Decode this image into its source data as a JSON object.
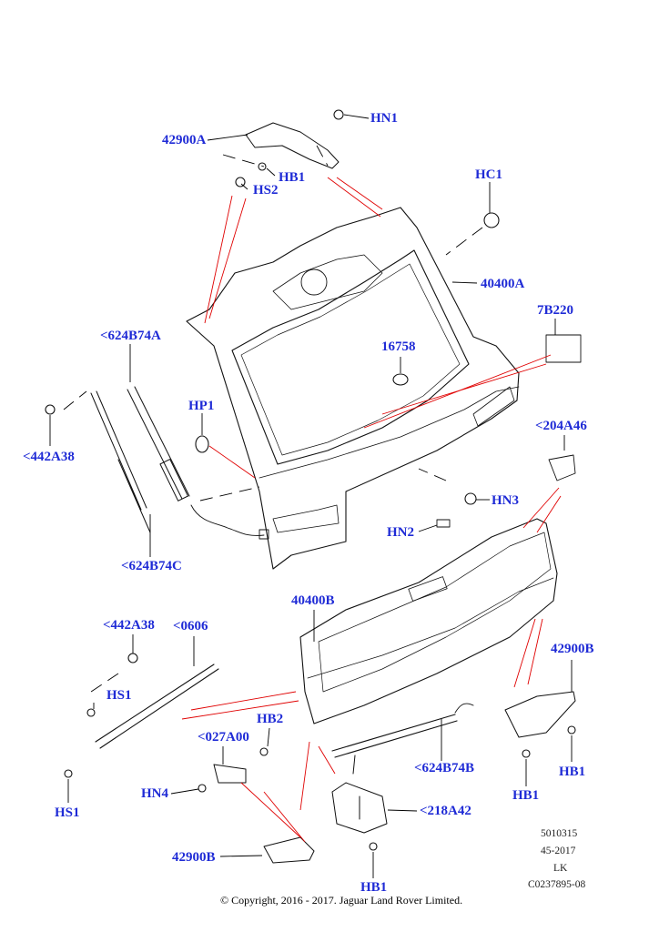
{
  "colors": {
    "callout_text": "#1f2bd6",
    "leader_line": "#000000",
    "red_guide": "#e00000",
    "part_outline": "#111111"
  },
  "callouts": {
    "c42900A": "42900A",
    "hn1": "HN1",
    "hb1_top": "HB1",
    "hs2": "HS2",
    "hc1": "HC1",
    "c40400A": "40400A",
    "c7B220": "7B220",
    "c16758": "16758",
    "c624B74A": "<624B74A",
    "hp1": "HP1",
    "c442A38_top": "<442A38",
    "c204A46": "<204A46",
    "hn3": "HN3",
    "hn2": "HN2",
    "c624B74C": "<624B74C",
    "c40400B": "40400B",
    "c442A38_mid": "<442A38",
    "c0606": "<0606",
    "hs1_upper": "HS1",
    "hb2": "HB2",
    "c027A00": "<027A00",
    "hn4": "HN4",
    "hs1_lower": "HS1",
    "c42900B_left": "42900B",
    "c624B74B": "<624B74B",
    "c218A42": "<218A42",
    "hb1_bottom": "HB1",
    "c42900B_right": "42900B",
    "hb1_right_a": "HB1",
    "hb1_right_b": "HB1"
  },
  "info": {
    "line1": "5010315",
    "line2": "45-2017",
    "line3": "LK",
    "line4": "C0237895-08"
  },
  "copyright": "© Copyright, 2016 - 2017. Jaguar Land Rover Limited."
}
